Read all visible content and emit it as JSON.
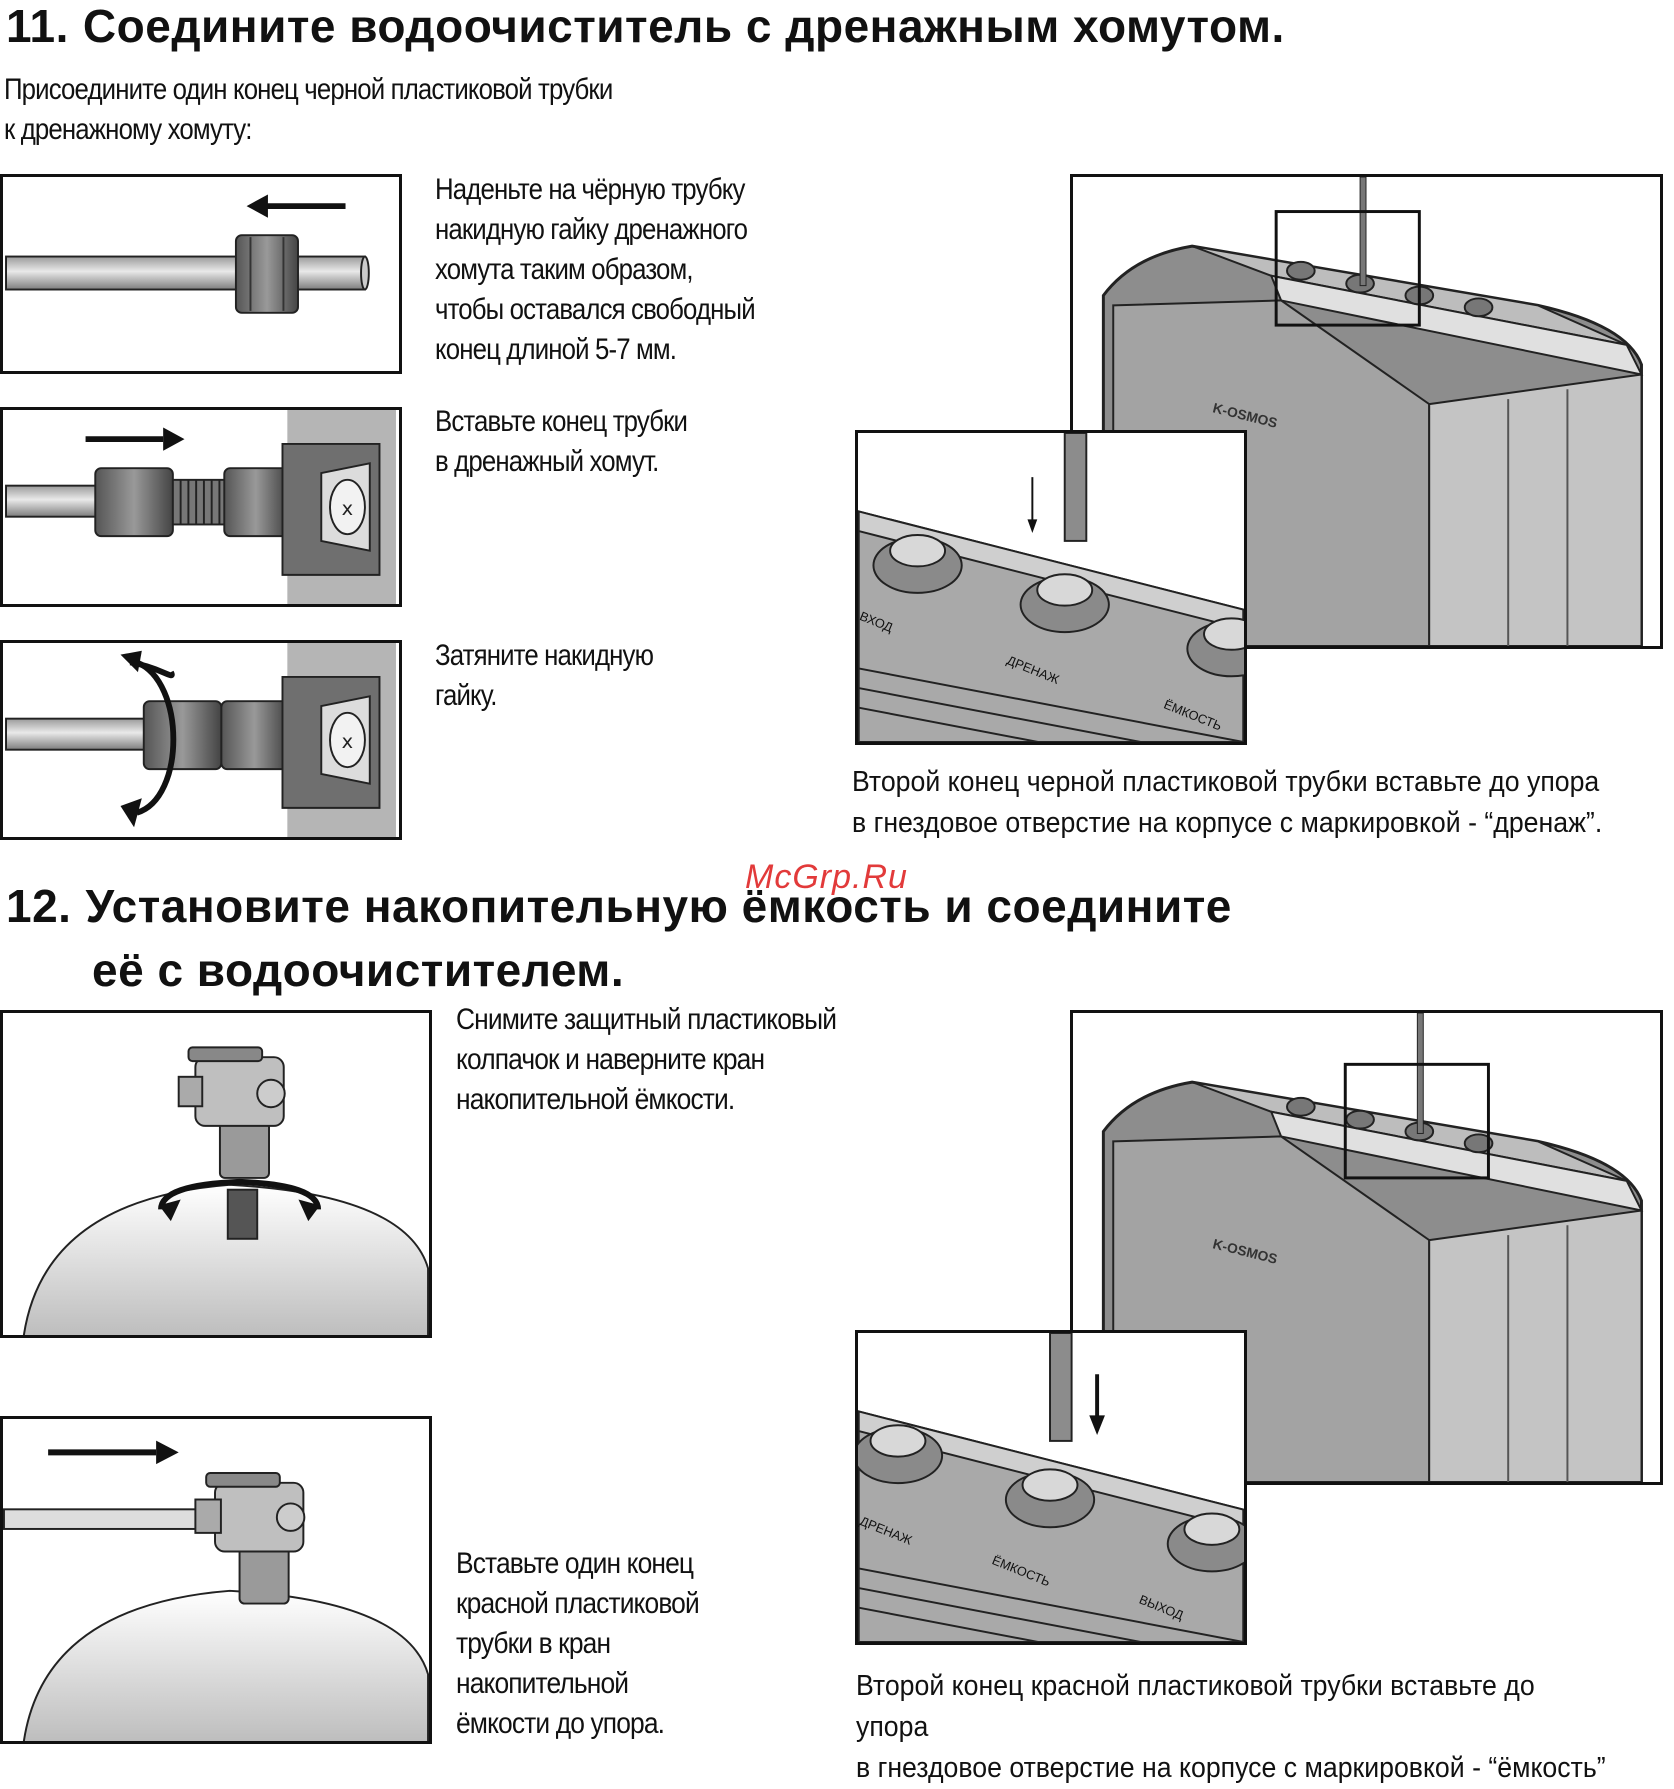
{
  "step11": {
    "number": "11.",
    "title": "Соедините водоочиститель с дренажным хомутом.",
    "intro_line1": "Присоедините один конец черной  пластиковой трубки",
    "intro_line2": " к дренажному хомуту:",
    "sub1": [
      "Наденьте на чёрную трубку",
      "накидную гайку дренажного",
      "хомута таким образом,",
      "чтобы оставался свободный",
      "конец  длиной 5-7 мм."
    ],
    "sub2": [
      "Вставьте конец трубки",
      "в дренажный хомут."
    ],
    "sub3": [
      "Затяните накидную",
      "гайку."
    ],
    "caption": [
      "Второй конец черной пластиковой трубки вставьте до упора",
      "в гнездовое отверстие на корпусе с маркировкой - “дренаж”."
    ],
    "labels": {
      "brand": "K-OSMOS",
      "port_left": "ВХОД",
      "port_mid": "ДРЕНАЖ",
      "port_right": "ЁМКОСТЬ"
    }
  },
  "watermark": "McGrp.Ru",
  "step12": {
    "number": "12.",
    "title_line1": "Установите накопительную ёмкость и соедините",
    "title_line2": "её с водоочистителем.",
    "sub1": [
      "Снимите защитный пластиковый",
      "колпачок и наверните кран",
      "накопительной ёмкости."
    ],
    "sub2": [
      "Вставьте один конец",
      "красной пластиковой",
      "трубки в кран",
      "накопительной",
      "ёмкости до упора."
    ],
    "caption": [
      "Второй конец красной пластиковой трубки вставьте до упора",
      "в гнездовое отверстие на корпусе с маркировкой - “ёмкость”"
    ],
    "labels": {
      "brand": "K-OSMOS",
      "port_left": "ДРЕНАЖ",
      "port_mid": "ЁМКОСТЬ",
      "port_right": "ВЫХОД"
    }
  }
}
